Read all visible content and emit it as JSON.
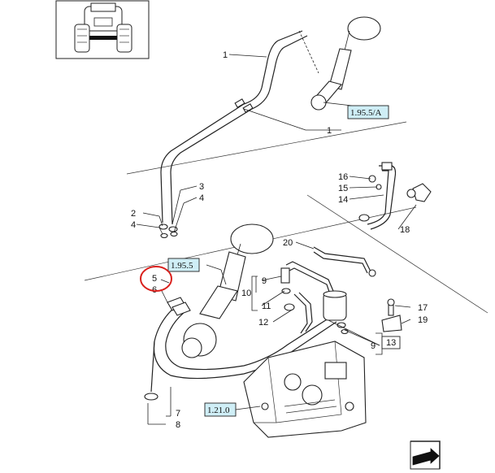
{
  "callouts": [
    "1",
    "1",
    "2",
    "3",
    "4",
    "4",
    "5",
    "6",
    "7",
    "8",
    "9",
    "9",
    "10",
    "11",
    "12",
    "13",
    "14",
    "15",
    "16",
    "17",
    "18",
    "19",
    "20"
  ],
  "references": [
    "1.95.5/A",
    "1.95.5",
    "1.21.0"
  ],
  "colors": {
    "ref_box_fill": "#cfeef6",
    "highlight_circle": "#d9201c",
    "line": "#222222"
  },
  "icons": {
    "tractor_thumbnail": "tractor-front-view-icon",
    "next_page": "next-page-arrow-icon"
  }
}
